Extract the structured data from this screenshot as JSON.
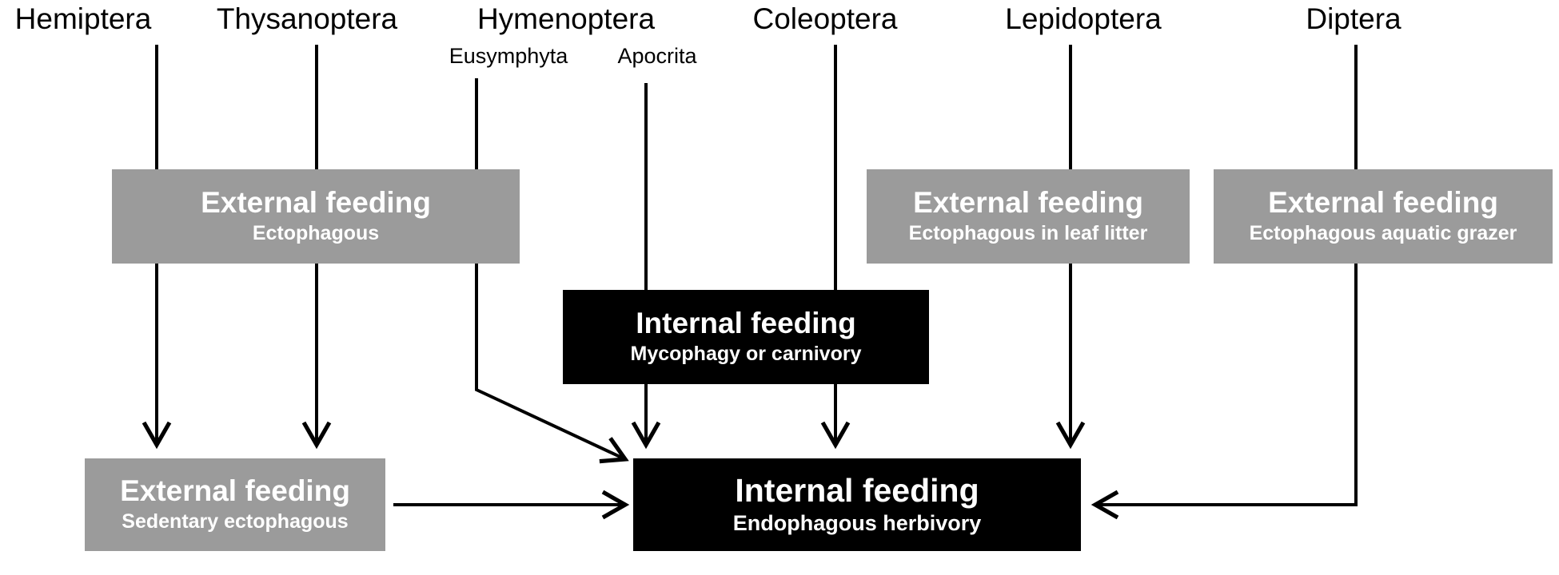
{
  "orders": {
    "hemiptera": "Hemiptera",
    "thysanoptera": "Thysanoptera",
    "hymenoptera": "Hymenoptera",
    "coleoptera": "Coleoptera",
    "lepidoptera": "Lepidoptera",
    "diptera": "Diptera"
  },
  "suborders": {
    "eusymphyta": "Eusymphyta",
    "apocrita": "Apocrita"
  },
  "boxes": {
    "ext_ecto": {
      "title": "External feeding",
      "subtitle": "Ectophagous"
    },
    "ext_leaf": {
      "title": "External feeding",
      "subtitle": "Ectophagous in leaf litter"
    },
    "ext_aquatic": {
      "title": "External feeding",
      "subtitle": "Ectophagous aquatic grazer"
    },
    "int_myco": {
      "title": "Internal feeding",
      "subtitle": "Mycophagy or carnivory"
    },
    "ext_sedentary": {
      "title": "External feeding",
      "subtitle": "Sedentary ectophagous"
    },
    "int_endo": {
      "title": "Internal feeding",
      "subtitle": "Endophagous herbivory"
    }
  },
  "colors": {
    "grey_box": "#9b9b9b",
    "black_box": "#000000",
    "box_text": "#ffffff",
    "arrow": "#000000"
  }
}
